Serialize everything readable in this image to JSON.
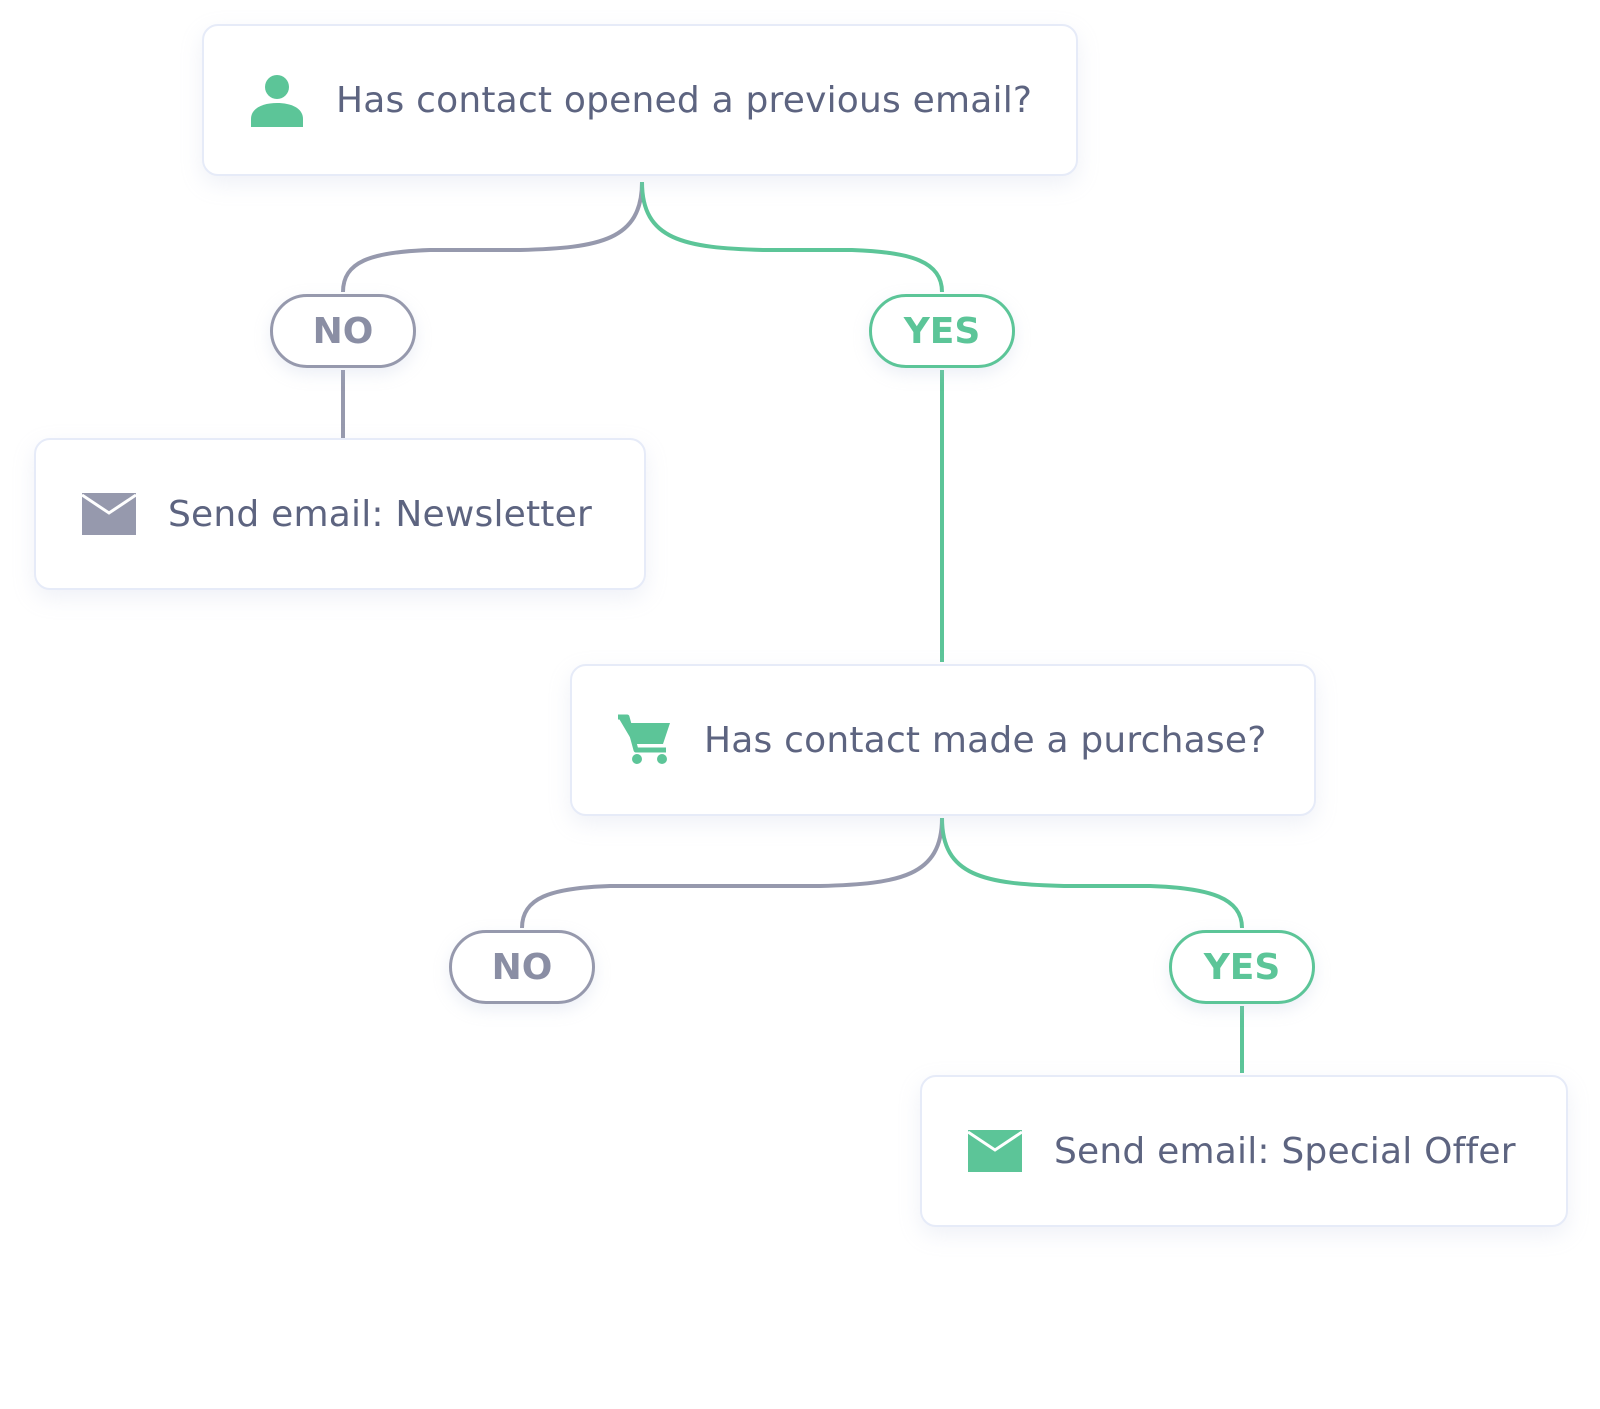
{
  "colors": {
    "yes_branch": "#5cc598",
    "no_branch": "#9699ad",
    "node_text": "#5d6480",
    "node_border": "#e6ebf8"
  },
  "nodes": {
    "opened_email": {
      "icon": "user-icon",
      "label": "Has contact opened a previous email?"
    },
    "newsletter": {
      "icon": "envelope-icon",
      "label": "Send email: Newsletter"
    },
    "purchase": {
      "icon": "shopping-cart-icon",
      "label": "Has contact made a purchase?"
    },
    "special_offer": {
      "icon": "envelope-icon",
      "label": "Send email: Special Offer"
    }
  },
  "branches": {
    "opened_no": "NO",
    "opened_yes": "YES",
    "purchase_no": "NO",
    "purchase_yes": "YES"
  }
}
